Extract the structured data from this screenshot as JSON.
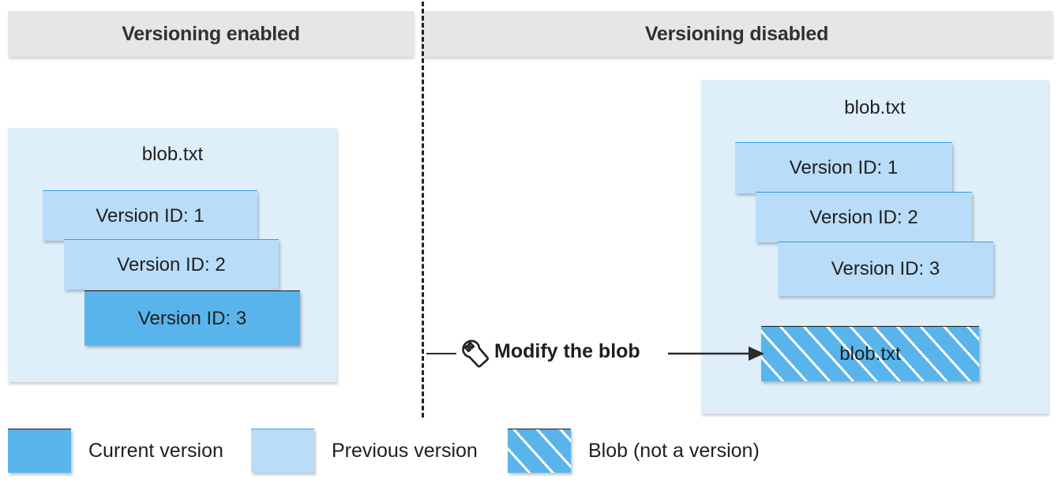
{
  "diagram": {
    "title_left": "Versioning enabled",
    "title_right": "Versioning disabled",
    "colors": {
      "current_version": "#59B4EC",
      "previous_version": "#B9DCF8",
      "panel_background": "#DEEFFA",
      "header_background": "#E6E6E6",
      "text": "#201F1E",
      "divider": "#222222"
    }
  },
  "left_panel": {
    "blob_name": "blob.txt",
    "versions": [
      {
        "label": "Version ID: 1",
        "state": "previous"
      },
      {
        "label": "Version ID: 2",
        "state": "previous"
      },
      {
        "label": "Version ID: 3",
        "state": "current"
      }
    ]
  },
  "right_panel": {
    "blob_name": "blob.txt",
    "versions": [
      {
        "label": "Version ID: 1",
        "state": "previous"
      },
      {
        "label": "Version ID: 2",
        "state": "previous"
      },
      {
        "label": "Version ID: 3",
        "state": "previous"
      }
    ],
    "blob": {
      "label": "blob.txt",
      "state": "blob-not-a-version"
    }
  },
  "flow": {
    "action_label": "Modify the blob",
    "icon": "wrench-icon"
  },
  "legend": {
    "items": [
      {
        "label": "Current version",
        "swatch": "current"
      },
      {
        "label": "Previous version",
        "swatch": "previous"
      },
      {
        "label": "Blob (not a version)",
        "swatch": "hatched"
      }
    ]
  }
}
